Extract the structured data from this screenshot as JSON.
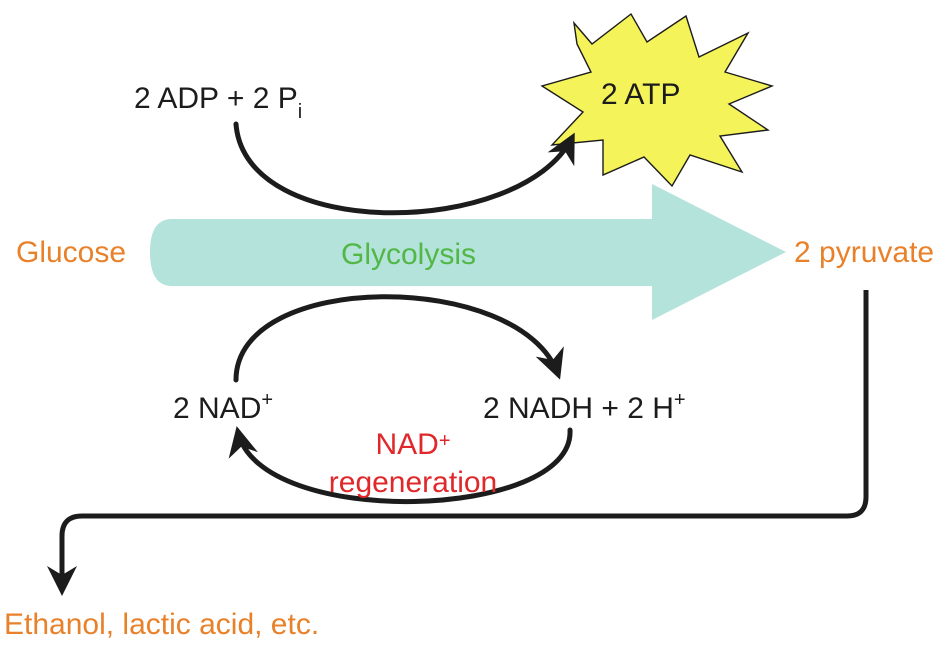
{
  "labels": {
    "adp_prefix": "2 ADP + 2 P",
    "adp_sub": "i",
    "atp": "2 ATP",
    "glucose": "Glucose",
    "glycolysis": "Glycolysis",
    "pyruvate": "2 pyruvate",
    "nad": "2 NAD",
    "nad_sup": "+",
    "nadh": "2 NADH + 2 H",
    "nadh_sup": "+",
    "regen_nad": "NAD",
    "regen_sup": "+",
    "regen_word": "regeneration",
    "products": "Ethanol, lactic acid, etc."
  },
  "colors": {
    "metabolite_orange": "#e8812a",
    "glycolysis_green": "#52b746",
    "regeneration_red": "#e0272a",
    "glycolysis_arrow_fill": "#b3e3da",
    "atp_burst_fill": "#f4f35a",
    "arrow_black": "#1c1c1c"
  }
}
